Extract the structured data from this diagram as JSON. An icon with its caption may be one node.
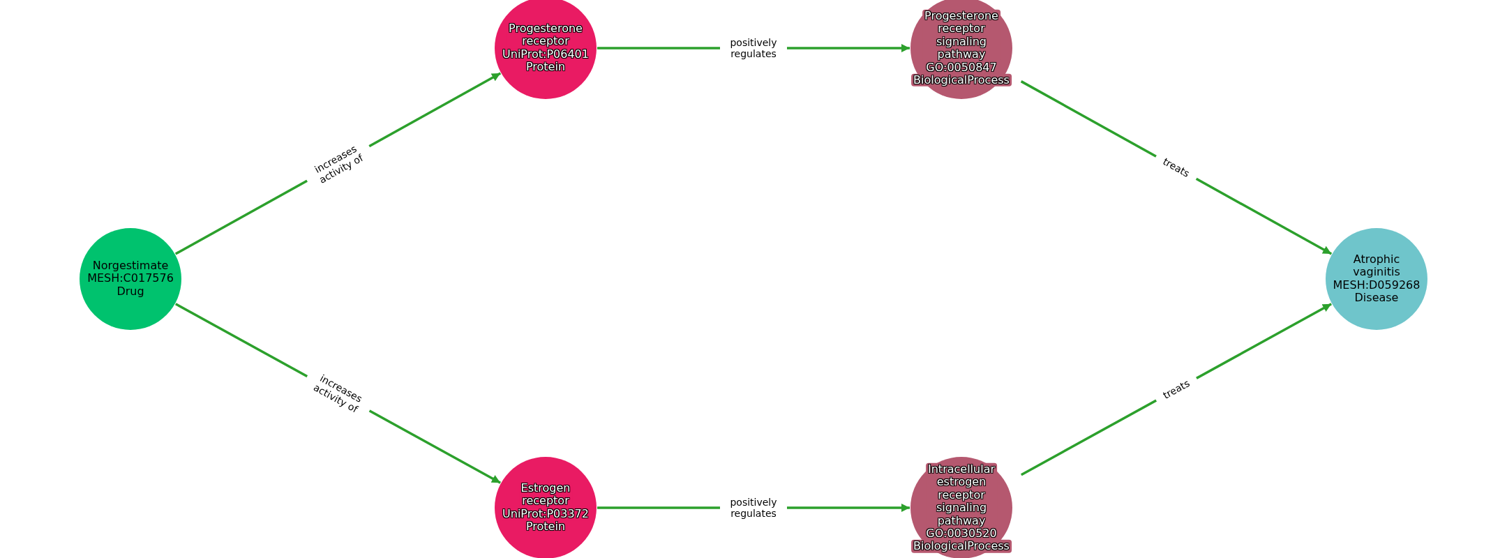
{
  "diagram": {
    "nodes": [
      {
        "text": [
          "Norgestimate",
          "MESH:C017576",
          "Drug"
        ]
      },
      {
        "text": [
          "Progesterone receptor",
          "UniProt:P06401",
          "Protein"
        ]
      },
      {
        "text": [
          "Progesterone receptor signaling pathway",
          "GO:0050847",
          "BiologicalProcess"
        ]
      },
      {
        "text": [
          "Atrophic vaginitis",
          "MESH:D059268",
          "Disease"
        ]
      },
      {
        "text": [
          "Estrogen receptor",
          "UniProt:P03372",
          "Protein"
        ]
      },
      {
        "text": [
          "Intracellular estrogen receptor signaling pathway",
          "GO:0030520",
          "BiologicalProcess"
        ]
      }
    ],
    "edges": [
      {
        "from": 0,
        "to": 1,
        "arrow": "to",
        "label": "increases activity of"
      },
      {
        "from": 0,
        "to": 4,
        "arrow": "to",
        "label": "increases activity of"
      },
      {
        "from": 1,
        "to": 2,
        "arrow": "to",
        "label": "positively regulates"
      },
      {
        "from": 4,
        "to": 5,
        "arrow": "to",
        "label": "positively regulates"
      },
      {
        "from": 2,
        "to": 3,
        "arrow": "to",
        "label": "treats"
      },
      {
        "from": 5,
        "to": 3,
        "arrow": "to",
        "label": "treats"
      }
    ]
  }
}
